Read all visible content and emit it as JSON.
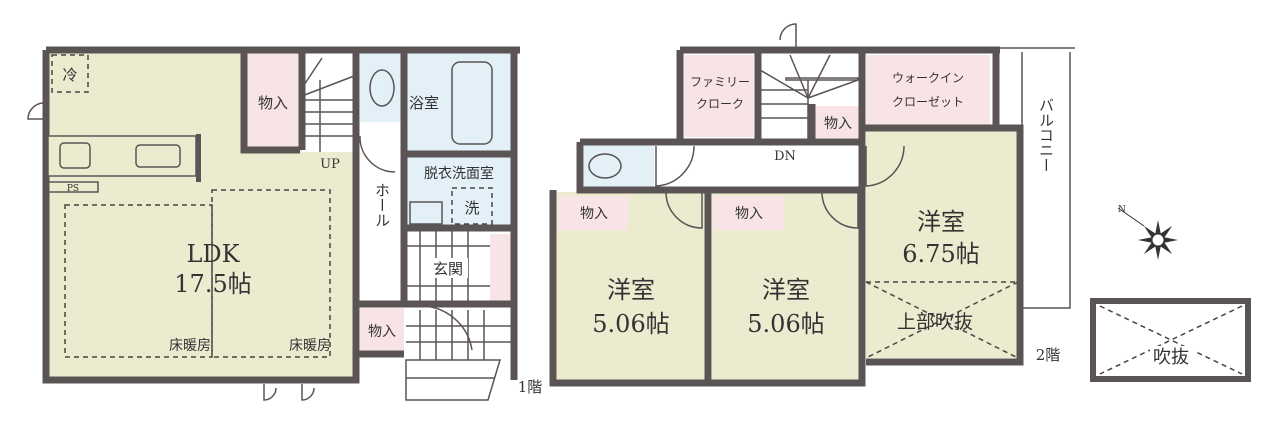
{
  "floor1": {
    "label": "1階",
    "ldk_name": "LDK",
    "ldk_size": "17.5帖",
    "floor_heating_1": "床暖房",
    "floor_heating_2": "床暖房",
    "fridge": "冷",
    "ps": "PS",
    "storage_1": "物入",
    "up": "UP",
    "bathroom": "浴室",
    "washroom": "脱衣洗面室",
    "washer": "洗",
    "hall": "ホール",
    "entrance": "玄関",
    "storage_2": "物入"
  },
  "floor2": {
    "label": "2階",
    "family_closet_1": "ファミリー",
    "family_closet_2": "クローク",
    "walkin_1": "ウォークイン",
    "walkin_2": "クローゼット",
    "storage_stair": "物入",
    "dn": "DN",
    "room_a_storage": "物入",
    "room_a_name": "洋室",
    "room_a_size": "5.06帖",
    "room_b_storage": "物入",
    "room_b_name": "洋室",
    "room_b_size": "5.06帖",
    "room_c_name": "洋室",
    "room_c_size": "6.75帖",
    "void_above": "上部吹抜",
    "balcony": "バルコニー"
  },
  "void_box": "吹抜",
  "colors": {
    "wall": "#5b5454",
    "room": "#ecebd0",
    "storage": "#f8e4e6",
    "wet": "#e3f0f8"
  }
}
